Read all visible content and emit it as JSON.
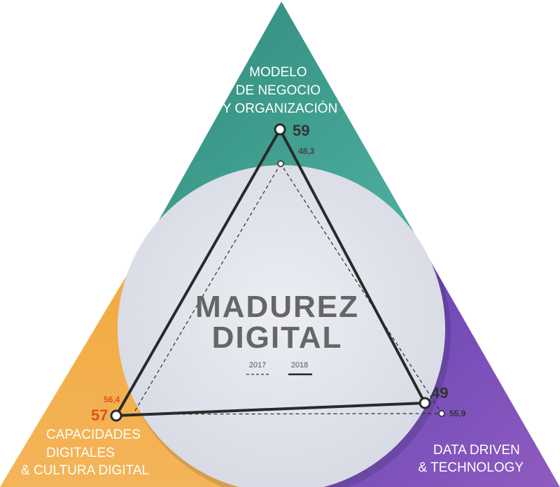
{
  "center_title": {
    "line1": "MADUREZ",
    "line2": "DIGITAL"
  },
  "legend": {
    "year_a": "2017",
    "year_b": "2018"
  },
  "pillars": {
    "top": {
      "lines": [
        "MODELO",
        "DE NEGOCIO",
        "Y ORGANIZACIÓN"
      ],
      "value_2018": "59",
      "value_2017": "48,3",
      "color": "#3c9a8c"
    },
    "left": {
      "lines": [
        "CAPACIDADES",
        "DIGITALES",
        "& CULTURA DIGITAL"
      ],
      "value_2018": "57",
      "value_2017": "56,4",
      "color": "#f0a43c",
      "value_color": "#d9531e"
    },
    "right": {
      "lines": [
        "DATA DRIVEN",
        "& TECHNOLOGY"
      ],
      "value_2018": "49",
      "value_2017": "55,9",
      "color": "#6a4bb0"
    }
  },
  "colors": {
    "circle": "#e1e3ea",
    "line": "#2a2a2a",
    "title": "#666666"
  }
}
